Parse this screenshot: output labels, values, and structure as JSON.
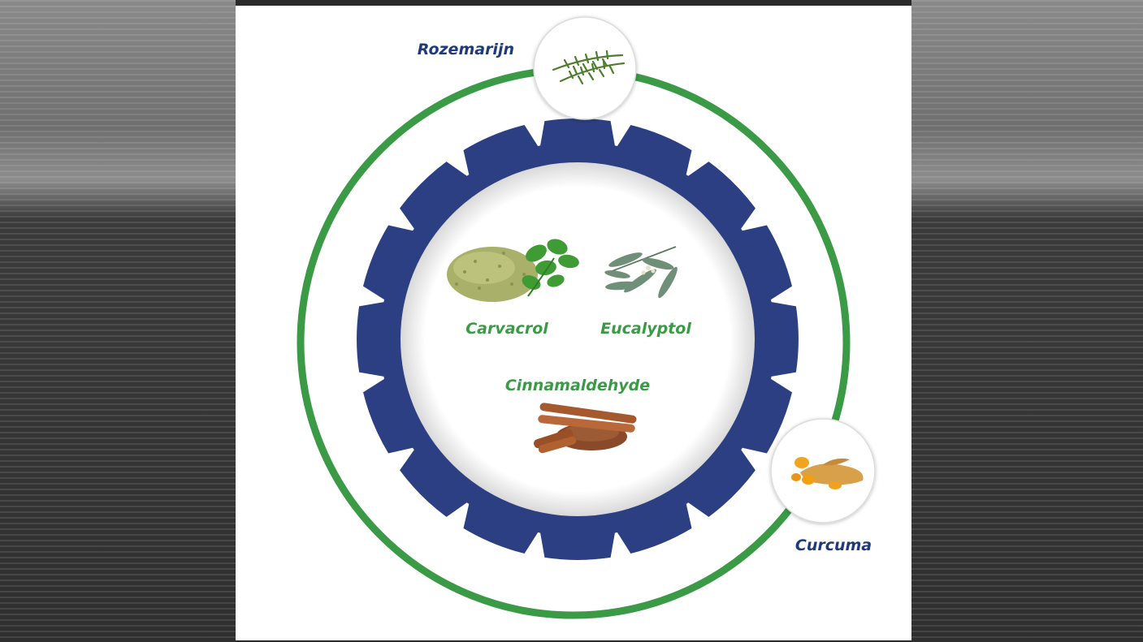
{
  "labels": {
    "outer_top": "Rozemarijn",
    "outer_bottom": "Curcuma",
    "inner_left": "Carvacrol",
    "inner_right": "Eucalyptol",
    "inner_center": "Cinnamaldehyde"
  },
  "icons": {
    "outer_top": "rosemary-icon",
    "outer_bottom": "turmeric-icon",
    "inner_left": "oregano-icon",
    "inner_right": "eucalyptus-icon",
    "inner_center": "cinnamon-icon"
  },
  "colors": {
    "ring": "#3a9a45",
    "gear": "#2b3f82",
    "label_outer": "#1f3a7a",
    "label_inner": "#3a9a45"
  }
}
